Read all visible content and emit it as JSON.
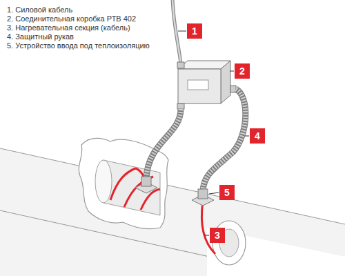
{
  "diagram": {
    "nodes": [
      {
        "text": [
          "1"
        ]
      },
      {
        "text": [
          "2"
        ]
      },
      {
        "text": [
          "4"
        ]
      },
      {
        "text": [
          "5"
        ]
      },
      {
        "text": [
          "3"
        ]
      }
    ],
    "labels": [
      "1. Силовой кабель",
      "2. Соединительная коробка РТВ 402",
      "3. Нагревательная секция (кабель)",
      "4. Защитный рукав",
      "5. Устройство ввода под теплоизоляцию"
    ]
  }
}
